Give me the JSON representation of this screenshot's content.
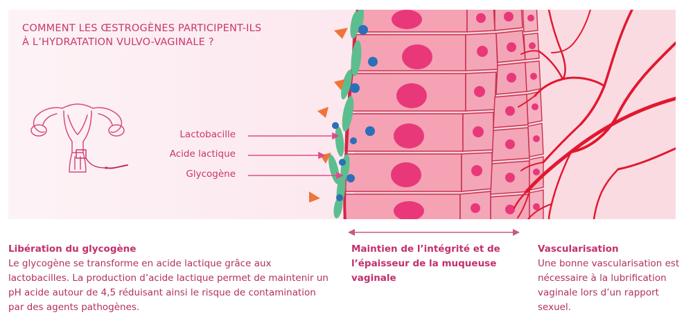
{
  "title": {
    "line1": "COMMENT LES ŒSTROGÈNES PARTICIPENT-ILS",
    "line2": "À L’HYDRATATION VULVO-VAGINALE ?"
  },
  "labels": {
    "lactobacille": "Lactobacille",
    "acide_lactique": "Acide lactique",
    "glycogene": "Glycogène"
  },
  "sections": {
    "liberation": {
      "title": "Libération du glycogène",
      "body": "Le glycogène se transforme en acide lactique grâce aux lactobacilles. La production d’acide lactique permet de maintenir un pH acide autour de 4,5 réduisant ainsi le risque de contamination par des agents pathogènes."
    },
    "maintien": {
      "title": "Maintien de l’intégrité et de l’épaisseur de la muqueuse vaginale"
    },
    "vascularisation": {
      "title": "Vascularisation",
      "body": "Une bonne vascularisation est nécessaire à la lubrification vaginale lors d’un rapport sexuel."
    }
  },
  "colors": {
    "accent": "#c9356e",
    "panel_bg": "#fcecf1",
    "tissue_bg": "#f9d4dc",
    "cell_fill": "#f4a4b6",
    "cell_stroke": "#c8304e",
    "nucleus": "#e83878",
    "lactobacillus": "#5cbe8e",
    "glycogen": "#2b6fb8",
    "lactic_acid": "#f0743a",
    "vessel": "#e1182f"
  },
  "icons": [
    "uterus-icon"
  ]
}
